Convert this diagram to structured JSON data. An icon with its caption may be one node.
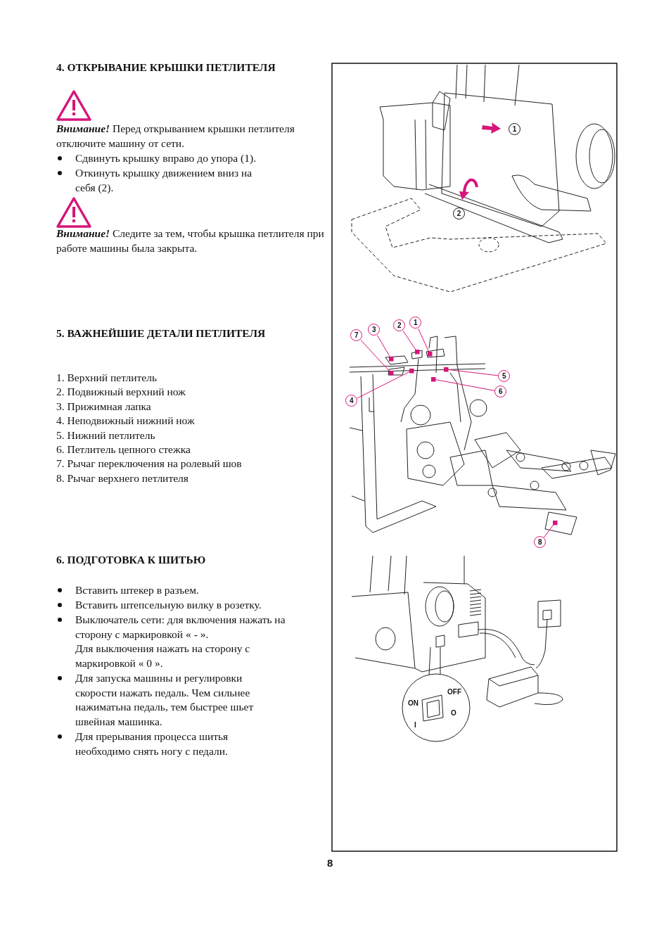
{
  "diagram": {
    "nodes": [
      {
        "text": [
          "7"
        ]
      },
      {
        "text": [
          "3"
        ]
      },
      {
        "text": [
          "2"
        ]
      },
      {
        "text": [
          "1"
        ]
      },
      {
        "text": [
          "5"
        ]
      },
      {
        "text": [
          "6"
        ]
      },
      {
        "text": [
          "4"
        ]
      },
      {
        "text": [
          "8"
        ]
      }
    ],
    "edges": [
      {
        "from": 0,
        "to": null,
        "arrow": "other"
      },
      {
        "from": 1,
        "to": null,
        "arrow": "other"
      },
      {
        "from": 2,
        "to": null,
        "arrow": "other"
      },
      {
        "from": 3,
        "to": null,
        "arrow": "other"
      },
      {
        "from": 4,
        "to": null,
        "arrow": "other"
      },
      {
        "from": 5,
        "to": null,
        "arrow": "other"
      },
      {
        "from": 6,
        "to": null,
        "arrow": "other"
      },
      {
        "from": 7,
        "to": null,
        "arrow": "other"
      }
    ],
    "labels": [
      "4. ОТКРЫВАНИЕ КРЫШКИ ПЕТЛИТЕЛЯ",
      "**Внимание!** Перед открыванием крышки петлителя отключите машину от сети.",
      "Сдвинуть крышку вправо до упора (1).",
      "Откинуть крышку движением вниз на себя (2).",
      "**Внимание!** Следите за тем, чтобы крышка петлителя при работе машины была закрыта.",
      "5. ВАЖНЕЙШИЕ ДЕТАЛИ ПЕТЛИТЕЛЯ",
      "1. Верхний петлитель",
      "2. Подвижный верхний нож",
      "3. Прижимная лапка",
      "4. Неподвижный нижний нож",
      "5. Нижний петлитель",
      "6. Петлитель цепного стежка",
      "7. Рычаг переключения на ролевый шов",
      "8. Рычаг верхнего петлителя",
      "6. ПОДГОТОВКА К ШИТЬЮ",
      "Вставить штекер в разъем.",
      "Вставить штепсельную вилку в розетку.",
      "Выключатель сети: для включения нажать на сторону с маркировкой « - ».",
      "Для выключения нажать на сторону с маркировкой « 0 ».",
      "Для запуска машины и регулировки скорости нажать педаль. Чем сильнее нажиматьна педаль, тем быстрее шьет швейная машинка.",
      "Для прерывания процесса шитья необходимо снять ногу с педали.",
      "1",
      "2",
      "ON",
      "OFF",
      "I",
      "O",
      "8"
    ]
  }
}
